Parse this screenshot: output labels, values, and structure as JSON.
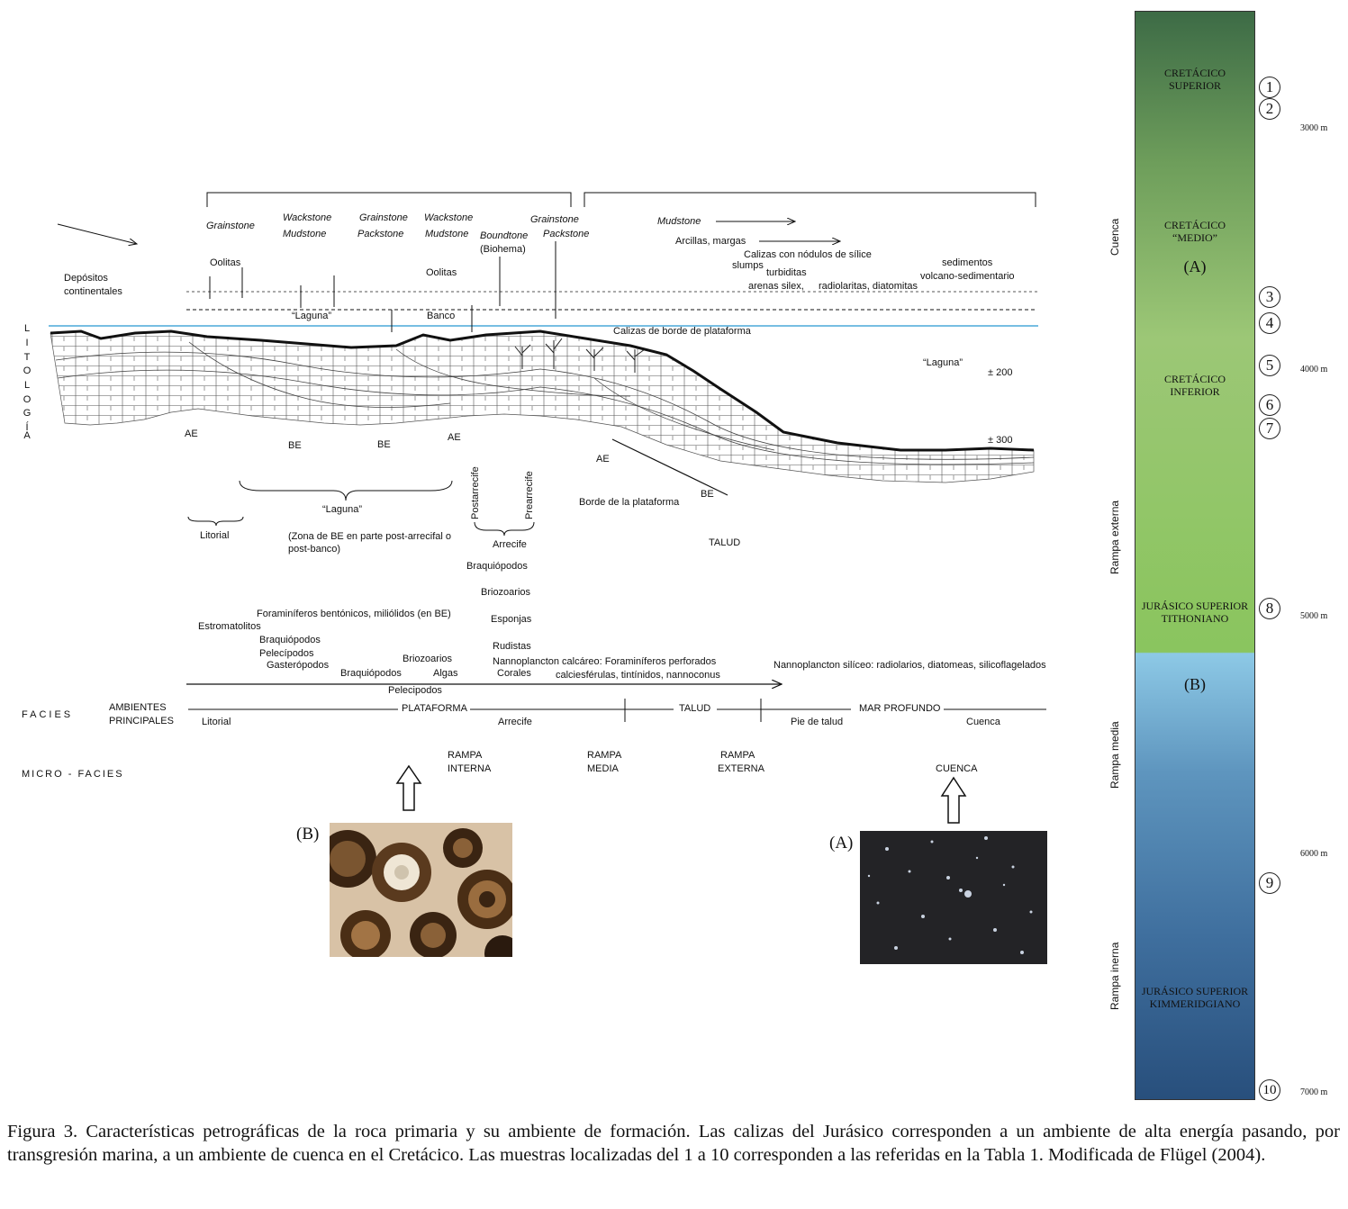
{
  "textures": {
    "grainstone_top": "Grainstone",
    "wackstone_top_1": "Wackstone",
    "mudstone_top_1": "Mudstone",
    "grainstone_top_2": "Grainstone",
    "packstone_top_1": "Packstone",
    "wackstone_top_2": "Wackstone",
    "mudstone_top_2": "Mudstone",
    "boundstone": "Boundtone",
    "biohema": "(Biohema)",
    "grainstone_top_3": "Grainstone",
    "packstone_top_2": "Packstone",
    "mudstone_top_3": "Mudstone"
  },
  "labels": {
    "arcillas": "Arcillas, margas",
    "calizas_nodulos": "Calizas con nódulos de sílice",
    "slumps": "slumps",
    "turbiditas": "turbiditas",
    "arenas_silex": "arenas   silex,",
    "radiolaritas": "radiolaritas, diatomitas",
    "sedimentos_1": "sedimentos",
    "sedimentos_2": "volcano-sedimentario",
    "oolitas_1": "Oolitas",
    "oolitas_2": "Oolitas",
    "depositos_1": "Depósitos",
    "depositos_2": "continentales",
    "laguna_top": "“Laguna”",
    "banco": "Banco",
    "calizas_borde": "Calizas de borde de plataforma",
    "laguna_right": "“Laguna”",
    "depth_200": "± 200",
    "depth_300": "± 300",
    "litologia": [
      "L",
      "I",
      "T",
      "O",
      "L",
      "O",
      "G",
      "Í",
      "A"
    ],
    "ae_1": "AE",
    "be_1": "BE",
    "be_2": "BE",
    "ae_2": "AE",
    "ae_3": "AE",
    "be_3": "BE",
    "laguna_bracket": "“Laguna”",
    "zona_1": "(Zona de BE en parte post-arrecifal o",
    "zona_2": "post-banco)",
    "litorial_1": "Litorial",
    "postarrecife": "Postarrecife",
    "prearrecife": "Prearrecife",
    "arrecife_1": "Arrecife",
    "borde_plataforma": "Borde de la plataforma",
    "talud_1": "TALUD"
  },
  "organisms": {
    "braquiopodos_1": "Braquiópodos",
    "briozoarios_1": "Briozoarios",
    "foraminiferos_bent": "Foraminíferos bentónicos, miliólidos (en BE)",
    "esponjas": "Esponjas",
    "estromatolitos": "Estromatolitos",
    "braquiopodos_2": "Braquiópodos",
    "rudistas": "Rudistas",
    "pelecipodos_1": "Pelecípodos",
    "briozoarios_2": "Briozoarios",
    "nanno_calc": "Nannoplancton calcáreo: Foraminíferos perforados",
    "gasteropodos": "Gasterópodos",
    "corales": "Corales",
    "calciesferulas": "calciesférulas, tintínidos, nannoconus",
    "nanno_sil": "Nannoplancton silíceo: radiolarios, diatomeas, silicoflagelados",
    "braquiopodos_3": "Braquiópodos",
    "algas": "Algas",
    "pelecipodos_2": "Pelecipodos"
  },
  "facies": {
    "label": "FACIES",
    "ambientes_1": "AMBIENTES",
    "ambientes_2": "PRINCIPALES",
    "plataforma": "PLATAFORMA",
    "talud": "TALUD",
    "mar_profundo": "MAR PROFUNDO",
    "litorial": "Litorial",
    "arrecife": "Arrecife",
    "pie_talud": "Pie de talud",
    "cuenca": "Cuenca"
  },
  "micro_facies": {
    "label": "MICRO - FACIES",
    "rampa_interna_1": "RAMPA",
    "rampa_interna_2": "INTERNA",
    "rampa_media_1": "RAMPA",
    "rampa_media_2": "MEDIA",
    "rampa_externa_1": "RAMPA",
    "rampa_externa_2": "EXTERNA",
    "cuenca": "CUENCA"
  },
  "photos": {
    "label_b": "(B)",
    "label_a": "(A)"
  },
  "column": {
    "cretacico_superior_1": "CRETÁCICO",
    "cretacico_superior_2": "SUPERIOR",
    "cretacico_medio_1": "CRETÁCICO",
    "cretacico_medio_2": "“MEDIO”",
    "label_a": "(A)",
    "cretacico_inferior_1": "CRETÁCICO",
    "cretacico_inferior_2": "INFERIOR",
    "tithoniano_1": "JURÁSICO SUPERIOR",
    "tithoniano_2": "TITHONIANO",
    "label_b": "(B)",
    "kimmeridgiano_1": "JURÁSICO SUPERIOR",
    "kimmeridgiano_2": "KIMMERIDGIANO",
    "colors": {
      "top": "#3d6b46",
      "green": "#8ac55f",
      "blue_top": "#8dc9e6",
      "blue_bottom": "#284f7c"
    }
  },
  "side_labels": {
    "cuenca": "Cuenca",
    "rampa_externa": "Rampa externa",
    "rampa_media": "Rampa media",
    "rampa_inerna": "Rampa inerna"
  },
  "samples": [
    "1",
    "2",
    "3",
    "4",
    "5",
    "6",
    "7",
    "8",
    "9",
    "10"
  ],
  "depths": {
    "d3000": "3000 m",
    "d4000": "4000 m",
    "d5000": "5000 m",
    "d6000": "6000 m",
    "d7000": "7000 m"
  },
  "caption": "Figura 3. Características petrográficas de la roca primaria y su ambiente de formación. Las calizas del Jurásico corresponden a un ambiente de alta energía pasando, por transgresión marina, a un ambiente de cuenca en el Cretácico. Las muestras localizadas del 1 a 10 corresponden a las referidas en la Tabla 1. Modificada de Flügel (2004)."
}
